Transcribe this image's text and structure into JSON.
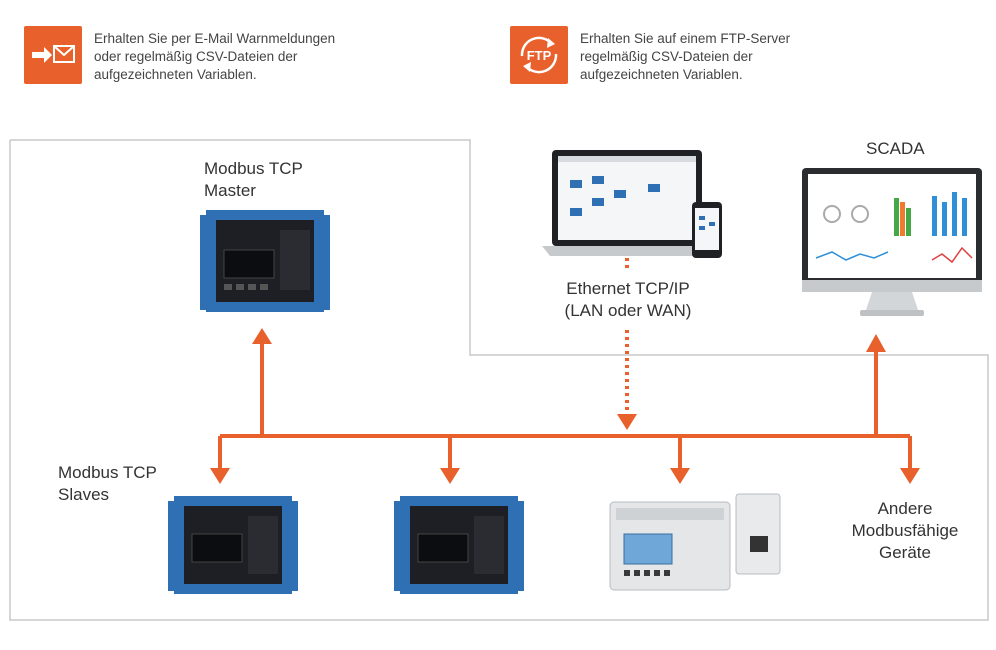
{
  "info": {
    "email_text": "Erhalten Sie per E-Mail Warnmeldungen\noder regelmäßig CSV-Dateien der\naufgezeichneten Variablen.",
    "ftp_text": "Erhalten Sie auf einem FTP-Server\nregelmäßig CSV-Dateien der\naufgezeichneten Variablen.",
    "ftp_icon_label": "FTP"
  },
  "labels": {
    "master": "Modbus TCP\nMaster",
    "slaves": "Modbus TCP\nSlaves",
    "ethernet": "Ethernet TCP/IP\n(LAN oder WAN)",
    "scada": "SCADA",
    "other_devices": "Andere\nModbusfähige\nGeräte"
  },
  "colors": {
    "accent": "#e8602c",
    "frame": "#c8c8c8",
    "plc_blue": "#2f6fb3",
    "plc_dark": "#1d1f24"
  }
}
